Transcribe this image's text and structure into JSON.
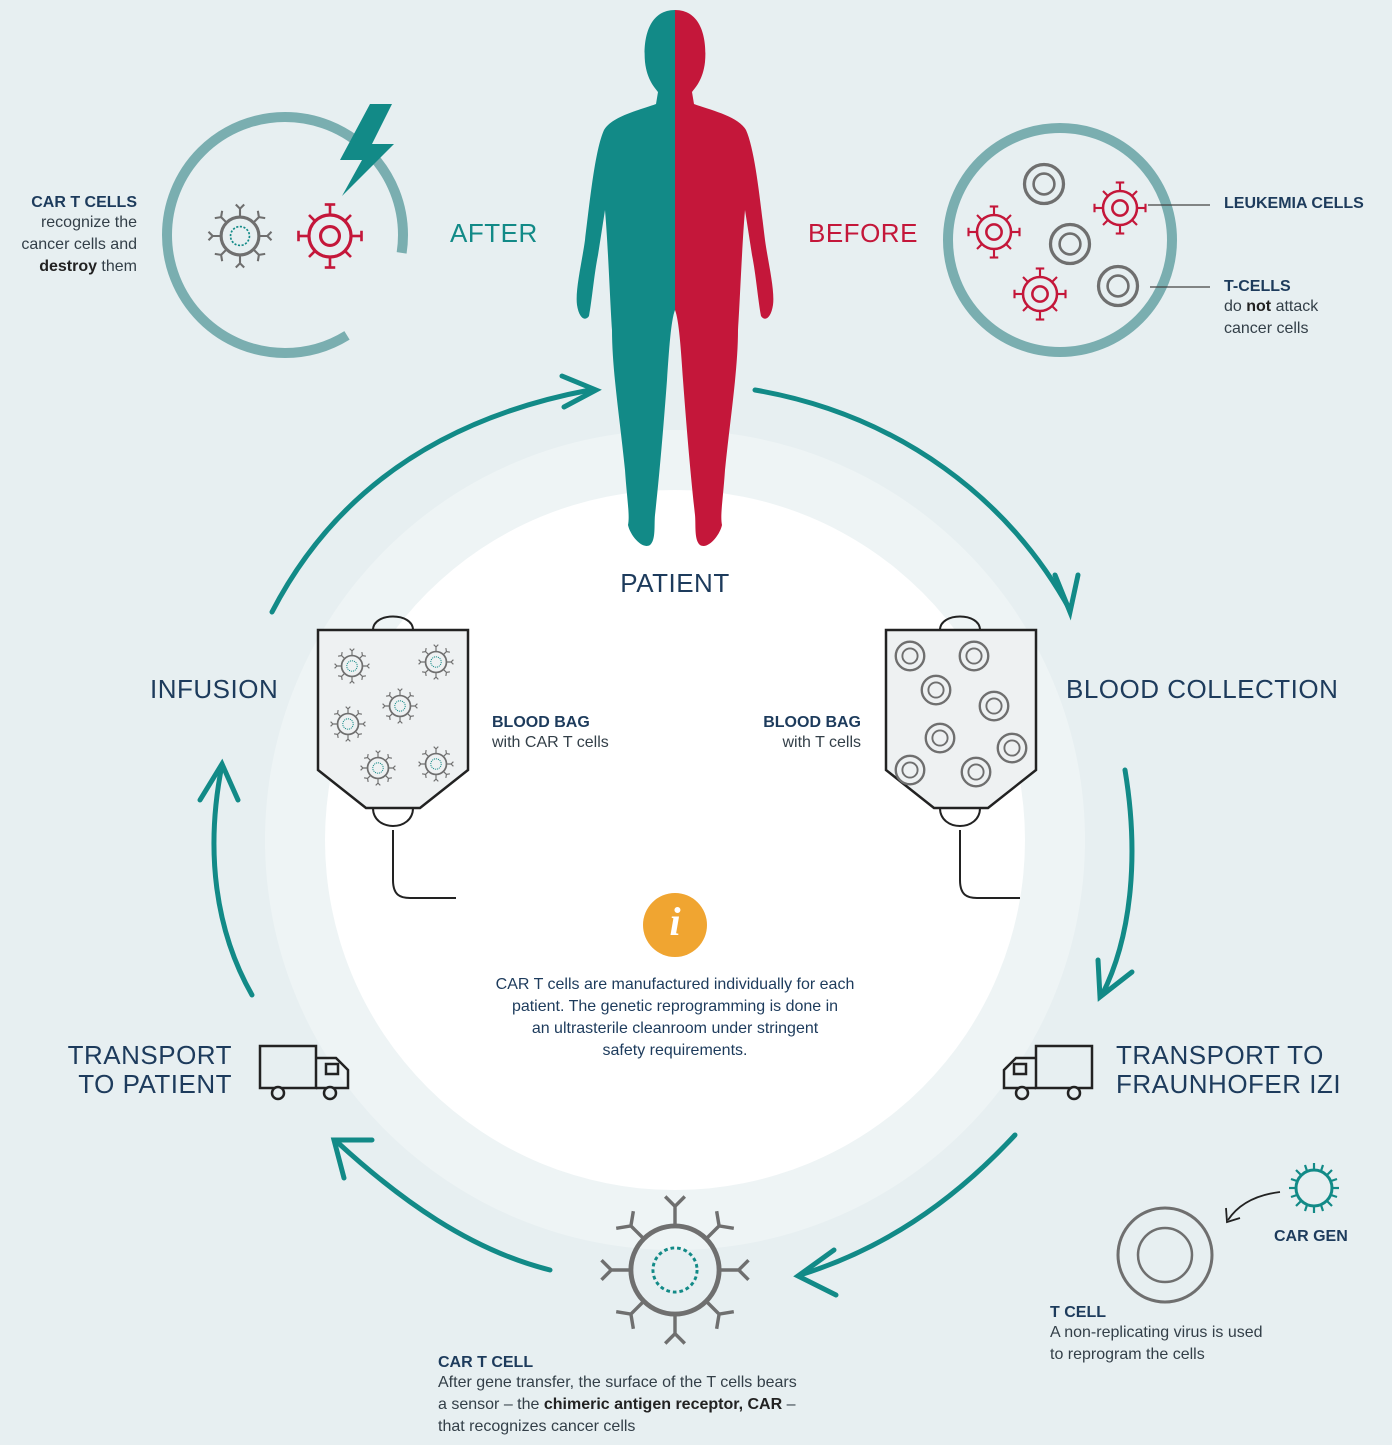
{
  "after": {
    "heading": "AFTER",
    "car_t_title": "CAR T CELLS",
    "car_t_line1": "recognize the",
    "car_t_line2": "cancer cells and",
    "car_t_bold": "destroy",
    "car_t_tail": " them"
  },
  "before": {
    "heading": "BEFORE",
    "leukemia_label": "LEUKEMIA CELLS",
    "tcells_title": "T-CELLS",
    "tcells_pre": "do ",
    "tcells_bold": "not",
    "tcells_post": " attack",
    "tcells_line2": "cancer cells"
  },
  "patient_label": "PATIENT",
  "steps": {
    "infusion": "INFUSION",
    "blood_collection": "BLOOD COLLECTION",
    "transport_to_patient_1": "TRANSPORT",
    "transport_to_patient_2": "TO PATIENT",
    "transport_to_izi_1": "TRANSPORT TO",
    "transport_to_izi_2": "FRAUNHOFER IZI"
  },
  "bag_left": {
    "title": "BLOOD BAG",
    "subtitle": "with CAR T cells"
  },
  "bag_right": {
    "title": "BLOOD BAG",
    "subtitle": "with T cells"
  },
  "info": {
    "icon_glyph": "i",
    "line1": "CAR T cells are manufactured individually for each",
    "line2": "patient. The genetic reprogramming is done in",
    "line3": "an ultrasterile cleanroom under stringent",
    "line4": "safety requirements."
  },
  "car_t_cell": {
    "title": "CAR T CELL",
    "line1": "After gene transfer, the surface of the T cells bears",
    "line2_pre": "a sensor – the ",
    "line2_bold": "chimeric antigen receptor, CAR",
    "line2_post": " –",
    "line3": "that recognizes cancer cells"
  },
  "t_cell": {
    "title": "T CELL",
    "line1": "A non-replicating virus is used",
    "line2": "to reprogram the cells"
  },
  "car_gen_label": "CAR GEN",
  "colors": {
    "background": "#e7eff1",
    "teal": "#128a87",
    "crimson": "#c4173a",
    "circle_ring": "#7aaeb0",
    "navy": "#1d3b5c",
    "cell_gray": "#6f6f6f",
    "info_orange": "#f0a531"
  }
}
